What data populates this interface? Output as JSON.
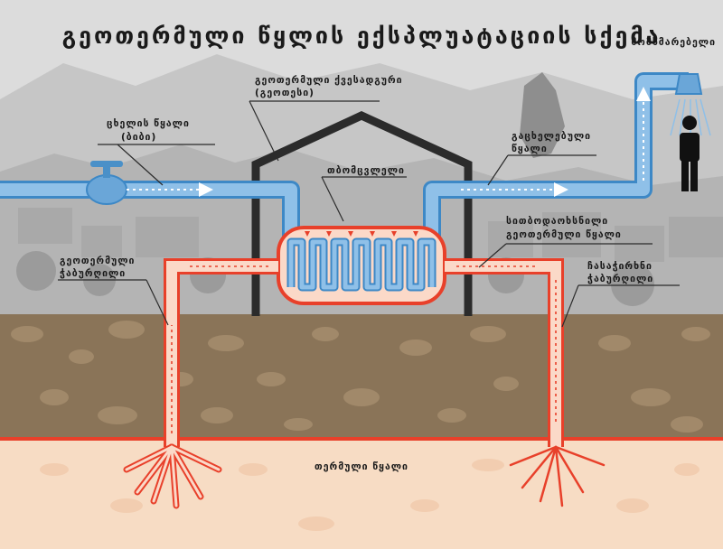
{
  "title": "გეოთერმული წყლის ექსპლუატაციის სქემა",
  "labels": {
    "cold_water": "ცხელის წყალი",
    "cold_water_sub": "(ბიბი)",
    "geothermal_station": "გეოთერმული ქვესადგური",
    "geothermal_station_sub": "(გეოთესი)",
    "heat_exchanger": "თბომცვლელი",
    "heated_water": "გაცხელებული",
    "heated_water_sub": "წყალი",
    "consumer": "მომხმარებელი",
    "used_geothermal_water": "სითბოდაოხსნილი",
    "used_geothermal_water_sub": "გეოთერმული წყალი",
    "geothermal_well": "გეოთერმული",
    "geothermal_well_sub": "ჭაბურღილი",
    "injection_well": "ჩასაჭირხნი",
    "injection_well_sub": "ჭაბურღილი",
    "thermal_water": "თერმული წყალი"
  },
  "colors": {
    "cold_pipe": "#8fc0e8",
    "cold_pipe_edge": "#3d88c6",
    "hot_pipe": "#fbd9c8",
    "hot_pipe_edge": "#e8402a",
    "soil": "#8a7458",
    "aquifer": "#f7dcc4",
    "house": "#2b2b2b"
  }
}
